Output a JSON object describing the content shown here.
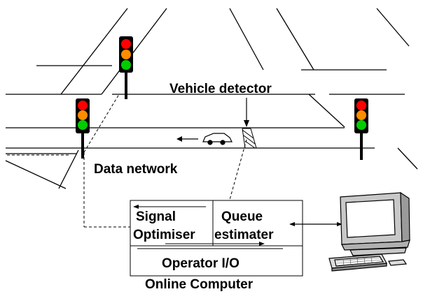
{
  "labels": {
    "vehicle_detector": "Vehicle detector",
    "data_network": "Data network",
    "signal_line1": "Signal",
    "signal_line2": "Optimiser",
    "queue_line1": "Queue",
    "queue_line2": "estimater",
    "operator_io": "Operator I/O",
    "online_computer": "Online Computer"
  },
  "colors": {
    "signal_red": "#ff0000",
    "signal_amber": "#ff8c00",
    "signal_green": "#00cc00",
    "housing": "#000000",
    "monitor_screen": "#ffffff",
    "monitor_body": "#c8c8c8"
  },
  "icons": [
    "traffic-light-icon",
    "car-icon",
    "computer-icon"
  ]
}
